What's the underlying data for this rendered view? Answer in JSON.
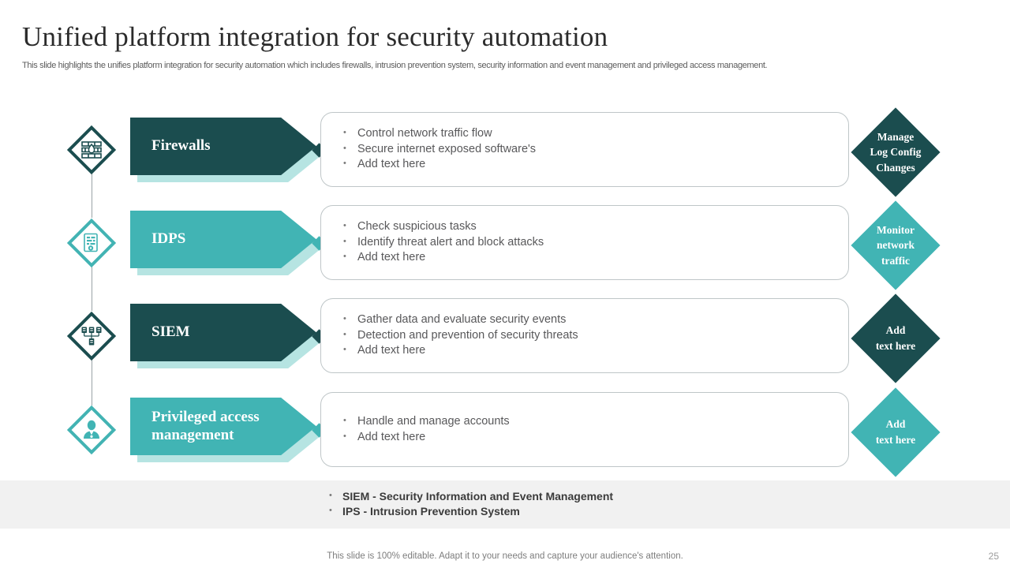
{
  "header": {
    "title": "Unified platform integration for security automation",
    "subtitle": "This slide highlights the unifies platform integration for security automation which includes firewalls, intrusion prevention system, security information and event management and privileged access management."
  },
  "colors": {
    "dark_teal": "#1b4d4f",
    "light_teal": "#41b4b4",
    "arrow_shadow": "#b6e4e2",
    "legend_band": "#f1f1f1",
    "body_text": "#58585a"
  },
  "rows": [
    {
      "icon": "firewall-icon",
      "tone": "dark",
      "label": "Firewalls",
      "bullets": [
        "Control network traffic flow",
        "Secure internet exposed software's",
        "Add text here"
      ],
      "badge": "Manage\nLog Config\nChanges",
      "badge_lines": [
        "Manage",
        "Log Config",
        "Changes"
      ]
    },
    {
      "icon": "intrusion-detection-icon",
      "tone": "light",
      "label": "IDPS",
      "bullets": [
        "Check suspicious tasks",
        "Identify threat alert and block attacks",
        "Add text here"
      ],
      "badge_lines": [
        "Monitor",
        "network",
        "traffic"
      ]
    },
    {
      "icon": "network-servers-icon",
      "tone": "dark",
      "label": "SIEM",
      "bullets": [
        "Gather data and evaluate security events",
        "Detection and prevention of security threats",
        "Add text here"
      ],
      "badge_lines": [
        "Add",
        "text here"
      ]
    },
    {
      "icon": "privileged-user-icon",
      "tone": "light",
      "label": "Privileged access management",
      "bullets": [
        "Handle and manage accounts",
        "Add text here"
      ],
      "badge_lines": [
        "Add",
        "text here"
      ]
    }
  ],
  "legend": [
    "SIEM - Security Information and Event Management",
    "IPS -  Intrusion Prevention System"
  ],
  "footer": {
    "note": "This slide is 100% editable. Adapt it to your needs and capture your audience's attention.",
    "page_number": "25"
  }
}
